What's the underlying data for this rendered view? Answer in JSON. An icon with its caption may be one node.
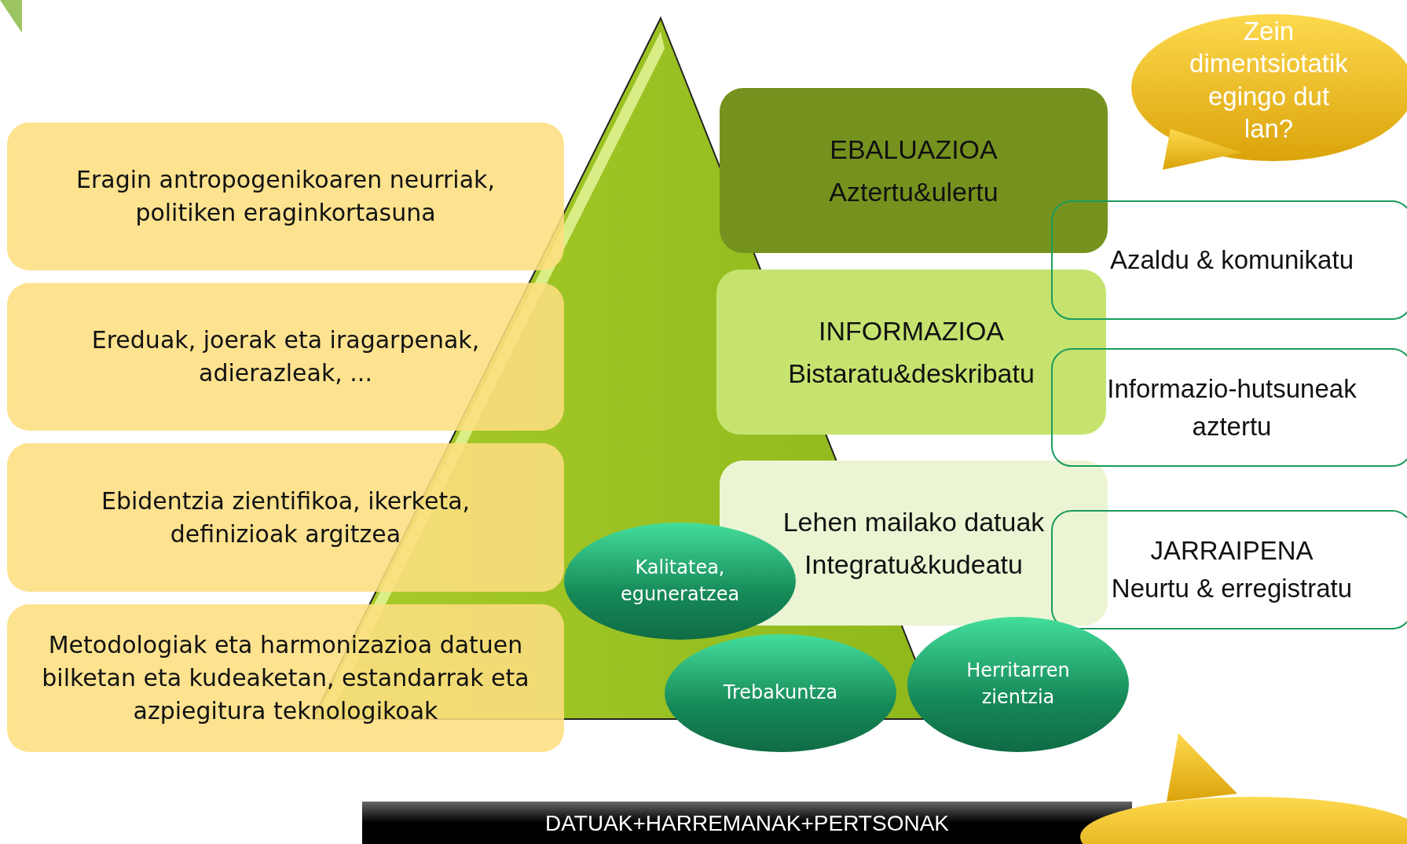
{
  "diagram": {
    "nodes": [
      {
        "text": [
          "Zein dimentsiotatik egingo dut lan?"
        ]
      },
      {
        "text": [
          "Eragin antropogenikoaren neurriak, politiken eraginkortasuna"
        ]
      },
      {
        "text": [
          "EBALUAZIOA",
          "Aztertu&ulertu"
        ]
      },
      {
        "text": [
          "Azaldu & komunikatu"
        ]
      },
      {
        "text": [
          "Ereduak, joerak eta iragarpenak, adierazleak, ..."
        ]
      },
      {
        "text": [
          "INFORMAZIOA",
          "Bistaratu&deskribatu"
        ]
      },
      {
        "text": [
          "Informazio-hutsuneak aztertu"
        ]
      },
      {
        "text": [
          "Ebidentzia zientifikoa, ikerketa, definizioak argitzea"
        ]
      },
      {
        "text": [
          "Lehen mailako datuak",
          "Integratu&kudeatu"
        ]
      },
      {
        "text": [
          "JARRAIPENA",
          "Neurtu & erregistratu"
        ]
      },
      {
        "text": [
          "Kalitatea, eguneratzea"
        ]
      },
      {
        "text": [
          "Metodologiak eta harmonizazioa datuen bilketan eta kudeaketan, estandarrak eta azpiegitura teknologikoak"
        ]
      },
      {
        "text": [
          "Trebakuntza"
        ]
      },
      {
        "text": [
          "Herritarren zientzia"
        ]
      },
      {
        "text": [
          "DATUAK+HARREMANAK+PERTSONAK"
        ]
      },
      {
        "text": [],
        "shape": "cloud"
      }
    ]
  }
}
